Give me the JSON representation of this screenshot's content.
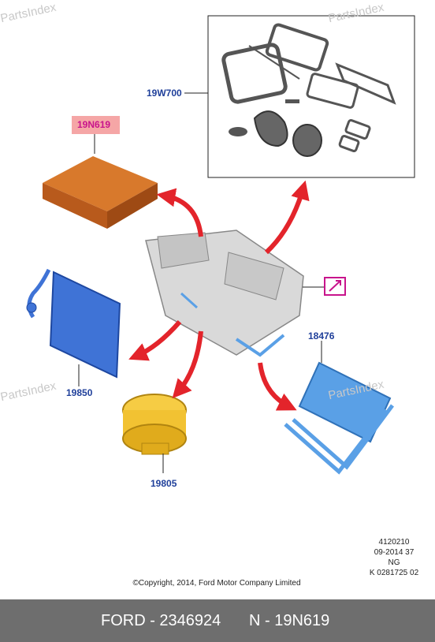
{
  "watermarks": [
    "PartsIndex",
    "PartsIndex",
    "PartsIndex",
    "PartsIndex"
  ],
  "labels": {
    "kit": "19W700",
    "filter": "19N619",
    "evaporator": "19850",
    "heater_core": "18476",
    "blower": "19805"
  },
  "meta_block": {
    "line1": "4120210",
    "line2": "09-2014 37",
    "line3": "NG",
    "line4": "K 0281725 02"
  },
  "copyright": "©Copyright, 2014, Ford Motor Company Limited",
  "footer": {
    "brand_part": "FORD - 2346924",
    "code": "N - 19N619"
  },
  "colors": {
    "label_blue": "#1f3f9a",
    "filter_highlight": "#f5a6a6",
    "filter_orange": "#c96a22",
    "evaporator_blue": "#3f73d6",
    "heater_blue": "#5aa0e6",
    "blower_yellow": "#f2c232",
    "arrow_red": "#e3242b",
    "callout_magenta": "#c8148c",
    "footer_gray": "#6e6e6e"
  }
}
